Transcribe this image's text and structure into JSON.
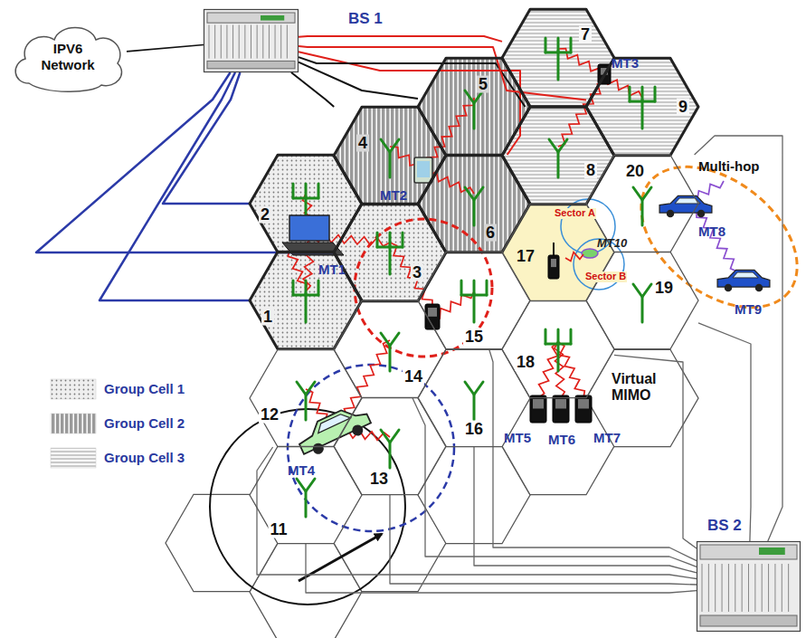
{
  "diagram": {
    "nodes": [
      {
        "text": [
          "IPV6 Network"
        ]
      },
      {
        "text": [
          "BS 1"
        ]
      },
      {
        "text": [
          "BS 2"
        ]
      },
      {
        "text": [
          "1"
        ]
      },
      {
        "text": [
          "2"
        ]
      },
      {
        "text": [
          "3"
        ]
      },
      {
        "text": [
          "4"
        ]
      },
      {
        "text": [
          "5"
        ]
      },
      {
        "text": [
          "6"
        ]
      },
      {
        "text": [
          "7"
        ]
      },
      {
        "text": [
          "8"
        ]
      },
      {
        "text": [
          "9"
        ]
      },
      {
        "text": [
          "11"
        ]
      },
      {
        "text": [
          "12"
        ]
      },
      {
        "text": [
          "13"
        ]
      },
      {
        "text": [
          "14"
        ]
      },
      {
        "text": [
          "15"
        ]
      },
      {
        "text": [
          "16"
        ]
      },
      {
        "text": [
          "17"
        ]
      },
      {
        "text": [
          "18"
        ]
      },
      {
        "text": [
          "19"
        ]
      },
      {
        "text": [
          "20"
        ]
      }
    ],
    "edges": [
      {
        "from": 0,
        "to": 1,
        "arrow": "none"
      },
      {
        "from": 1,
        "to": 3,
        "arrow": "none"
      },
      {
        "from": 1,
        "to": 4,
        "arrow": "none"
      },
      {
        "from": 1,
        "to": 5,
        "arrow": "none"
      },
      {
        "from": 1,
        "to": 6,
        "arrow": "none"
      },
      {
        "from": 1,
        "to": 7,
        "arrow": "none"
      },
      {
        "from": 1,
        "to": 8,
        "arrow": "none"
      },
      {
        "from": 1,
        "to": 9,
        "arrow": "none"
      },
      {
        "from": 1,
        "to": 10,
        "arrow": "none"
      },
      {
        "from": 1,
        "to": 11,
        "arrow": "none"
      },
      {
        "from": 2,
        "to": 12,
        "arrow": "none"
      },
      {
        "from": 2,
        "to": 13,
        "arrow": "none"
      },
      {
        "from": 2,
        "to": 14,
        "arrow": "none"
      },
      {
        "from": 2,
        "to": 15,
        "arrow": "none"
      },
      {
        "from": 2,
        "to": 16,
        "arrow": "none"
      },
      {
        "from": 2,
        "to": 17,
        "arrow": "none"
      },
      {
        "from": 2,
        "to": 19,
        "arrow": "none"
      },
      {
        "from": 2,
        "to": 20,
        "arrow": "none"
      },
      {
        "from": 2,
        "to": 21,
        "arrow": "none"
      }
    ],
    "labels": [
      "MT1",
      "MT2",
      "MT3",
      "MT4",
      "MT5",
      "MT6",
      "MT7",
      "MT8",
      "MT9",
      "MT10",
      "Sector A",
      "Sector B",
      "Multi-hop",
      "Virtual MIMO"
    ],
    "legend": [
      {
        "text": "Group Cell 1"
      },
      {
        "text": "Group Cell 2"
      },
      {
        "text": "Group Cell 3"
      }
    ]
  }
}
